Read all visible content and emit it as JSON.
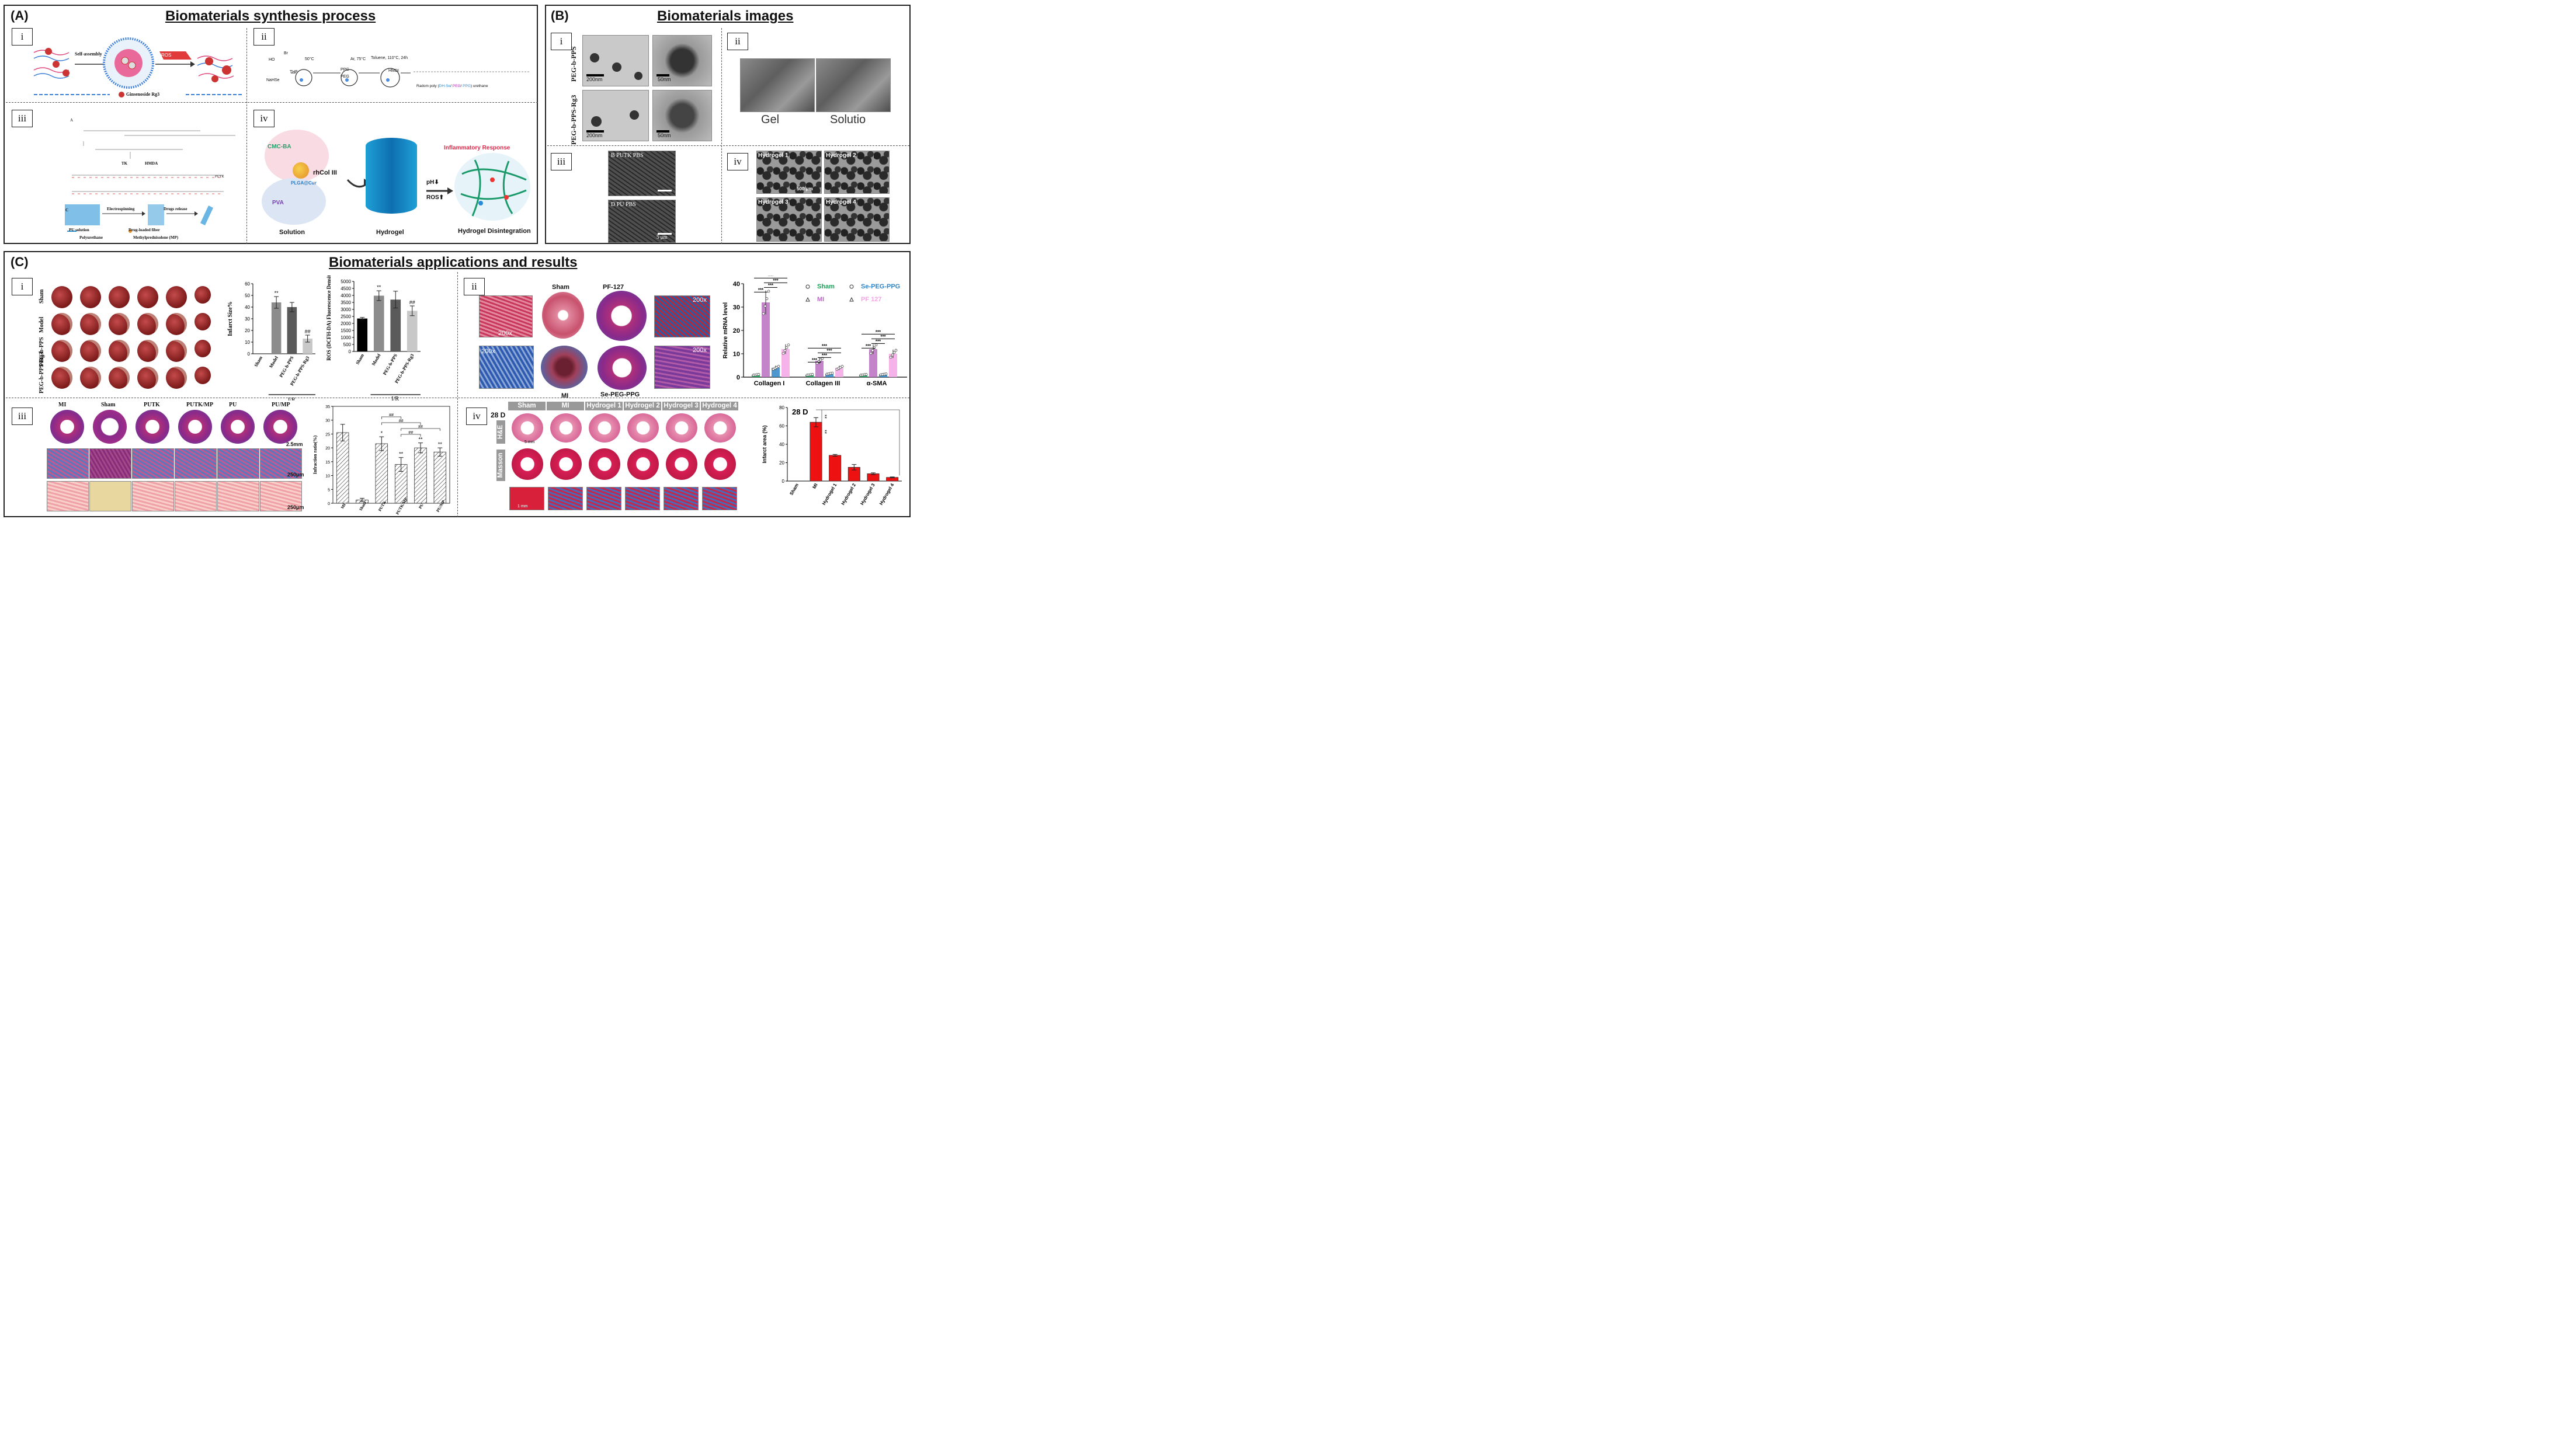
{
  "panelA": {
    "label": "(A)",
    "title": "Biomaterials synthesis process",
    "sub": [
      "i",
      "ii",
      "iii",
      "iv"
    ],
    "i": {
      "self_assembly": "Self-assembly",
      "ros": "ROS",
      "legend": "Ginsenoside Rg3"
    },
    "ii": {
      "br": "Br",
      "ho": "HO",
      "nahse": "NaHSe",
      "thf": "THF",
      "t50": "50°C",
      "ppg": "PPG",
      "peg": "PEG",
      "ar": "Ar, 75°C",
      "hmdi": "HMDI",
      "toluene": "Toluene, 110°C, 24h",
      "random": "Radom poly (",
      "dhse": "DH-Se",
      "peg2": "PEG",
      "ppg2": "PPG",
      "urethane": ") urethane"
    },
    "iii": {
      "a": "A",
      "tk": "TK",
      "hmda": "HMDA",
      "putk": "PUTK",
      "c": "C",
      "electrospinning": "Electrospinning",
      "drugs_release": "Drugs release",
      "pu_solution": "PU solution",
      "fiber": "Drug-loaded fiber",
      "poly": "Polyurethane",
      "mp": "Methylprednisolone (MP)"
    },
    "iv": {
      "cmcba": "CMC-BA",
      "plga": "PLGA@Cur",
      "rhcol": "rhCol III",
      "pva": "PVA",
      "solution": "Solution",
      "hydrogel": "Hydrogel",
      "inflam": "Inflammatory Response",
      "ph": "pH⬇",
      "ros": "ROS⬆",
      "disint": "Hydrogel Disintegration"
    }
  },
  "panelB": {
    "label": "(B)",
    "title": "Biomaterials images",
    "sub": [
      "i",
      "ii",
      "iii",
      "iv"
    ],
    "i": {
      "row1": "PEG-b-PPS",
      "row2": "PEG-b-PPS-Rg3",
      "s200": "200nm",
      "s50": "50nm"
    },
    "ii": {
      "gel": "Gel",
      "sol": "Solutio"
    },
    "iii": {
      "b": "B PUTK  PBS",
      "d": "D  PU  PBS",
      "s5": "5 μm"
    },
    "iv": {
      "h1": "Hydrogel 1",
      "h2": "Hydrogel 2",
      "h3": "Hydrogel 3",
      "h4": "Hydrogel 4",
      "s500": "500 μm"
    }
  },
  "panelC": {
    "label": "(C)",
    "title": "Biomaterials applications and results",
    "sub": [
      "i",
      "ii",
      "iii",
      "iv"
    ],
    "i": {
      "rows": [
        "Sham",
        "Model",
        "PEG-b-PPS",
        "PEG-b-PPS-Rg3"
      ],
      "ir": "I/R"
    },
    "ii": {
      "sham": "Sham",
      "pf": "PF-127",
      "mi": "MI",
      "se": "Se-PEG-PPG",
      "mag": "200x"
    },
    "iii": {
      "cols": [
        "MI",
        "Sham",
        "PUTK",
        "PUTK/MP",
        "PU",
        "PU/MP"
      ],
      "s25": "2.5mm",
      "s250a": "250μm",
      "s250b": "250μm"
    },
    "iv": {
      "cols": [
        "Sham",
        "MI",
        "Hydrogel 1",
        "Hydrogel 2",
        "Hydrogel 3",
        "Hydrogel 4"
      ],
      "day": "28 D",
      "he": "H&E",
      "masson": "Masson",
      "s5": "5 mm",
      "s1": "1 mm"
    }
  },
  "chart_data": [
    {
      "type": "bar",
      "categories": [
        "Sham",
        "Model",
        "PEG-b-PPS",
        "PEG-b-PPS-Rg3"
      ],
      "values": [
        0,
        44,
        40,
        13
      ],
      "errors": [
        0,
        5,
        4,
        3
      ],
      "ylabel": "Infarct Size%",
      "ylim": [
        0,
        60
      ],
      "yticks": [
        "0",
        "10",
        "20",
        "30",
        "40",
        "50",
        "60"
      ],
      "group_label": "I/R",
      "colors": [
        "#000000",
        "#8c8c8c",
        "#5a5a5a",
        "#c8c8c8"
      ],
      "annot": [
        {
          "i": 1,
          "t": "**"
        },
        {
          "i": 3,
          "t": "##"
        }
      ]
    },
    {
      "type": "bar",
      "categories": [
        "Sham",
        "Model",
        "PEG-b-PPS",
        "PEG-b-PPS-Rg3"
      ],
      "values": [
        2350,
        3980,
        3700,
        2900
      ],
      "errors": [
        80,
        350,
        600,
        350
      ],
      "ylabel": "ROS (DCFH-DA) Fluorescence Density",
      "ylim": [
        0,
        5000
      ],
      "yticks": [
        "0",
        "500",
        "1000",
        "1500",
        "2000",
        "2500",
        "3000",
        "3500",
        "4000",
        "4500",
        "5000"
      ],
      "group_label": "I/R",
      "colors": [
        "#000000",
        "#8c8c8c",
        "#5a5a5a",
        "#c8c8c8"
      ],
      "annot": [
        {
          "i": 1,
          "t": "**"
        },
        {
          "i": 3,
          "t": "##"
        }
      ]
    },
    {
      "type": "scatter",
      "categories": [
        "Collagen I",
        "Collagen III",
        "α-SMA"
      ],
      "series": [
        {
          "name": "Sham",
          "color": "#19a35a",
          "values": [
            1,
            1,
            1
          ]
        },
        {
          "name": "MI",
          "color": "#b96fc0",
          "values": [
            32,
            7,
            12
          ]
        },
        {
          "name": "Se-PEG-PPG",
          "color": "#2f86c7",
          "values": [
            4,
            1.5,
            1.2
          ]
        },
        {
          "name": "PF 127",
          "color": "#f3a6e6",
          "values": [
            12,
            4,
            10
          ]
        }
      ],
      "ylabel": "Relative mRNA level",
      "ylim": [
        0,
        40
      ],
      "yticks": [
        "0",
        "10",
        "20",
        "30",
        "40"
      ],
      "sig": "***"
    },
    {
      "type": "bar",
      "categories": [
        "MI",
        "Sham",
        "PUTK",
        "PUTK/MP",
        "PU",
        "PU/MP"
      ],
      "values": [
        25.5,
        1.2,
        21.5,
        14,
        20,
        18.5
      ],
      "errors": [
        3,
        0.6,
        2.5,
        2.5,
        1.8,
        1.5
      ],
      "ylabel": "Infraction ratio(%)",
      "ylim": [
        0,
        35
      ],
      "yticks": [
        "0",
        "5",
        "10",
        "15",
        "20",
        "25",
        "30",
        "35"
      ],
      "annot": [
        {
          "i": 2,
          "t": "*"
        },
        {
          "i": 3,
          "t": "**"
        },
        {
          "i": 4,
          "t": "**"
        },
        {
          "i": 5,
          "t": "**"
        }
      ],
      "hash": "##"
    },
    {
      "type": "bar",
      "categories": [
        "Sham",
        "MI",
        "Hydrogel 1",
        "Hydrogel 2",
        "Hydrogel 3",
        "Hydrogel 4"
      ],
      "values": [
        0,
        64,
        28,
        15,
        8,
        4
      ],
      "errors": [
        0,
        5,
        1,
        3,
        1,
        0.5
      ],
      "ylabel": "Infarct area (%)",
      "ylim": [
        0,
        80
      ],
      "yticks": [
        "0",
        "20",
        "40",
        "60",
        "80"
      ],
      "title": "28 D",
      "color": "#ee1111",
      "sig": "**"
    }
  ]
}
